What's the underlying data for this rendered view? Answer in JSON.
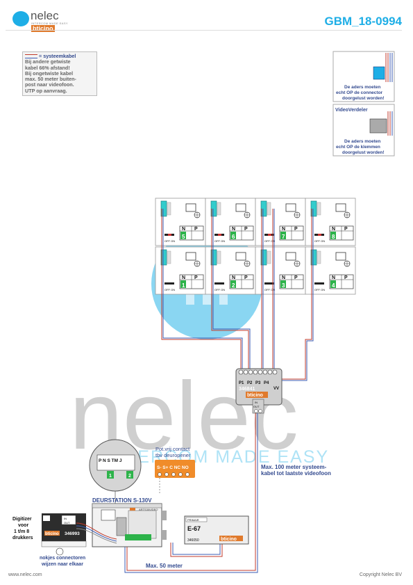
{
  "header": {
    "brand_name": "nelec",
    "brand_tagline": "INTERCOM MADE EASY",
    "brand_sub": "bticino",
    "doc_number": "GBM_18-0994"
  },
  "legend_note": {
    "cable_label": "= systeemkabel",
    "lines": [
      "Bij andere getwiste",
      "kabel 66% afstand!",
      "Bij ongetwiste kabel",
      "max. 50 meter buiten-",
      "post naar videofoon.",
      "UTP op aanvraag."
    ]
  },
  "connector_note": {
    "lines": [
      "De aders moeten",
      "echt OP de connector",
      "doorgelust worden!"
    ]
  },
  "splitter_note": {
    "title": "VideoVerdeler",
    "lines": [
      "De aders moeten",
      "echt OP de klemmen",
      "doorgelust worden!"
    ]
  },
  "monitors": {
    "off_on": "OFF ON",
    "n": "N",
    "p": "P",
    "numbers_top": [
      "5",
      "6",
      "7",
      "8"
    ],
    "numbers_bottom": [
      "1",
      "2",
      "3",
      "4"
    ]
  },
  "distributor": {
    "ports": [
      "P1",
      "P2",
      "P3",
      "P4"
    ],
    "model": "346841",
    "vv": "VV",
    "brand": "bticino",
    "in": "IN",
    "out": "OUT"
  },
  "contact": {
    "title_line1": "Pot.vrij contact",
    "title_line2": "tbv deuropener",
    "terminals": "S-  S+ C NC NO"
  },
  "annotations": {
    "max100_line1": "Max. 100 meter systeem-",
    "max100_line2": "kabel tot laatste videofoon",
    "max50": "Max. 50 meter",
    "watermark": "nelec",
    "watermark_tag": "INTERCOM MADE EASY"
  },
  "door_station": {
    "title": "DEURSTATION S-130V",
    "art": "ARTS30VIDEO",
    "zoom_labels": "P N S TM J",
    "zoom_1": "1",
    "zoom_2": "2"
  },
  "digitizer": {
    "label": [
      "Digitizer",
      "voor",
      "1 t/m 8",
      "drukkers"
    ],
    "model": "346993",
    "brand": "bticino",
    "in": "IN",
    "out": "OUT",
    "note": [
      "nokjes connectoren",
      "wijzen naar elkaar"
    ]
  },
  "power": {
    "primair": "PRIMAIR",
    "model": "E-67",
    "number": "346050",
    "brand": "bticino"
  },
  "footer": {
    "url": "www.nelec.com",
    "copyright": "Copyright Nelec BV"
  },
  "colors": {
    "accent": "#1eaee6",
    "cable_red": "#c0392b",
    "cable_blue": "#3b5bb3",
    "orange": "#f08c2a",
    "green": "#2db34a",
    "text_blue": "#334a8f"
  }
}
